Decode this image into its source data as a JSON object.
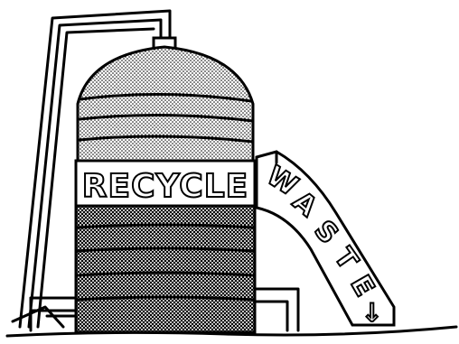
{
  "tank": {
    "label_letters": [
      "R",
      "E",
      "C",
      "Y",
      "C",
      "L",
      "E"
    ]
  },
  "chute": {
    "label_letters": [
      "W",
      "A",
      "S",
      "T",
      "E"
    ],
    "arrow_glyph": "↓"
  },
  "colors": {
    "ink": "#000000",
    "paper": "#ffffff"
  }
}
